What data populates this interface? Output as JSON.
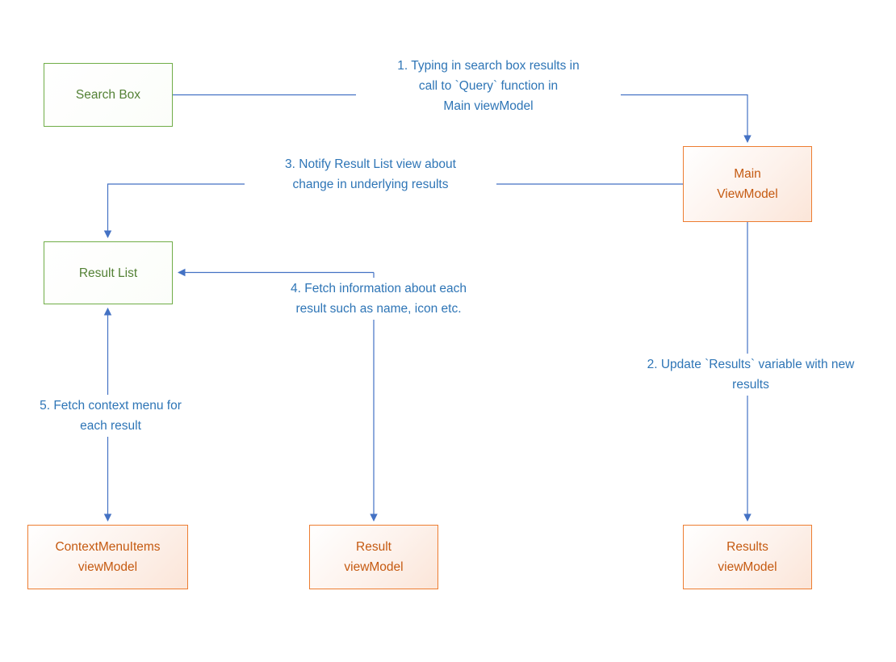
{
  "diagram": {
    "nodes": {
      "search_box": {
        "label": "Search Box"
      },
      "main_viewmodel": {
        "label": "Main\nViewModel"
      },
      "result_list": {
        "label": "Result List"
      },
      "contextmenuitems_viewmodel": {
        "label": "ContextMenuItems\nviewModel"
      },
      "result_viewmodel": {
        "label": "Result\nviewModel"
      },
      "results_viewmodel": {
        "label": "Results\nviewModel"
      }
    },
    "annotations": {
      "step1": "1. Typing in search box results in\ncall to `Query` function in\nMain viewModel",
      "step2": "2. Update `Results` variable with new\nresults",
      "step3": "3. Notify Result List view about\nchange in underlying results",
      "step4": "4. Fetch information about each\nresult such as name, icon etc.",
      "step5": "5. Fetch context menu for\neach result"
    },
    "colors": {
      "green_border": "#70AD47",
      "green_text": "#538135",
      "orange_border": "#ED7D31",
      "orange_text": "#C55A11",
      "connector_blue": "#4472C4",
      "annotation_text_blue": "#2E75B6",
      "background": "#FFFFFF"
    }
  }
}
